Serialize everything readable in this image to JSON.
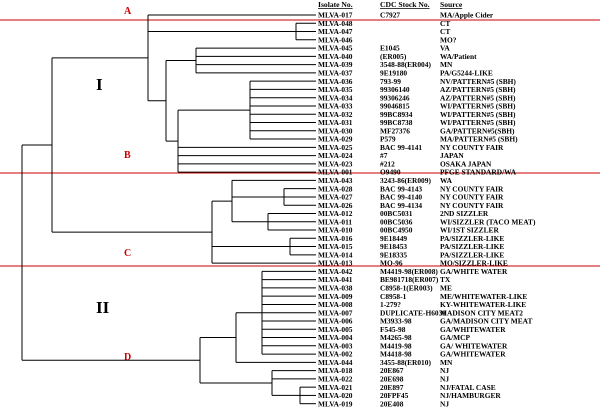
{
  "headers": {
    "isolate": "Isolate No.",
    "cdc": "CDC Stock No.",
    "source": "Source"
  },
  "clusters": [
    "I",
    "II"
  ],
  "groups": [
    "A",
    "B",
    "C",
    "D"
  ],
  "colors": {
    "group_label": "#cc0000",
    "separator": "#cc0000",
    "tree": "#000000"
  },
  "rows": [
    {
      "isolate": "MLVA-017",
      "cdc": "C7927",
      "source": "MA/Apple Cider"
    },
    {
      "isolate": "MLVA-048",
      "cdc": "",
      "source": "CT"
    },
    {
      "isolate": "MLVA-047",
      "cdc": "",
      "source": "CT"
    },
    {
      "isolate": "MLVA-046",
      "cdc": "",
      "source": "MO?"
    },
    {
      "isolate": "MLVA-045",
      "cdc": "E1045",
      "source": "VA"
    },
    {
      "isolate": "MLVA-040",
      "cdc": "(ER005)",
      "source": "WA/Patient"
    },
    {
      "isolate": "MLVA-039",
      "cdc": "3548-88(ER004)",
      "source": "MN"
    },
    {
      "isolate": "MLVA-037",
      "cdc": "9E19180",
      "source": "PA/G5244-LIKE"
    },
    {
      "isolate": "MLVA-036",
      "cdc": "793-99",
      "source": "NV/PATTERN#5 (SBH)"
    },
    {
      "isolate": "MLVA-035",
      "cdc": "99306140",
      "source": "AZ/PATTERN#5 (SBH)"
    },
    {
      "isolate": "MLVA-034",
      "cdc": "99306246",
      "source": "AZ/PATTERN#5 (SBH)"
    },
    {
      "isolate": "MLVA-033",
      "cdc": "99046815",
      "source": "WI/PATTERN#5 (SBH)"
    },
    {
      "isolate": "MLVA-032",
      "cdc": "99BC8934",
      "source": "WI/PATTERN#5 (SBH)"
    },
    {
      "isolate": "MLVA-031",
      "cdc": "99BC8738",
      "source": "WI/PATTERN#5 (SBH)"
    },
    {
      "isolate": "MLVA-030",
      "cdc": "MF27376",
      "source": "GA/PATTERN#5(SBH)"
    },
    {
      "isolate": "MLVA-029",
      "cdc": "P579",
      "source": "MA/PATTERN#5 (SBH)"
    },
    {
      "isolate": "MLVA-025",
      "cdc": "BAC 99-4141",
      "source": "NY COUNTY FAIR"
    },
    {
      "isolate": "MLVA-024",
      "cdc": "#7",
      "source": "JAPAN"
    },
    {
      "isolate": "MLVA-023",
      "cdc": "#212",
      "source": "OSAKA JAPAN"
    },
    {
      "isolate": "MLVA-001",
      "cdc": "O9490",
      "source": "PFGE STANDARD/WA"
    },
    {
      "isolate": "MLVA-043",
      "cdc": "3243-86(ER009)",
      "source": "WA"
    },
    {
      "isolate": "MLVA-028",
      "cdc": "BAC 99-4143",
      "source": "NY COUNTY FAIR"
    },
    {
      "isolate": "MLVA-027",
      "cdc": "BAC 99-4140",
      "source": "NY COUNTY FAIR"
    },
    {
      "isolate": "MLVA-026",
      "cdc": "BAC 99-4134",
      "source": "NY COUNTY FAIR"
    },
    {
      "isolate": "MLVA-012",
      "cdc": "00BC5031",
      "source": "2ND SIZZLER"
    },
    {
      "isolate": "MLVA-011",
      "cdc": "00BC5036",
      "source": "WI/SIZZLER (TACO MEAT)"
    },
    {
      "isolate": "MLVA-010",
      "cdc": "00BC4950",
      "source": "WI/1ST SIZZLER"
    },
    {
      "isolate": "MLVA-016",
      "cdc": "9E18449",
      "source": "PA/SIZZLER-LIKE"
    },
    {
      "isolate": "MLVA-015",
      "cdc": "9E18453",
      "source": "PA/SIZZLER-LIKE"
    },
    {
      "isolate": "MLVA-014",
      "cdc": "9E18335",
      "source": "PA/SIZZLER-LIKE"
    },
    {
      "isolate": "MLVA-013",
      "cdc": "MO-96",
      "source": "MO/SIZZLER-LIKE"
    },
    {
      "isolate": "MLVA-042",
      "cdc": "M4419-98(ER008)",
      "source": "GA/WHITE WATER"
    },
    {
      "isolate": "MLVA-041",
      "cdc": "BE981718(ER007)",
      "source": "TX"
    },
    {
      "isolate": "MLVA-038",
      "cdc": "C8958-1(ER003)",
      "source": "ME"
    },
    {
      "isolate": "MLVA-009",
      "cdc": "C8958-1",
      "source": "ME/WHITEWATER-LIKE"
    },
    {
      "isolate": "MLVA-008",
      "cdc": "1-279?",
      "source": "KY-WHITEWATER-LIKE"
    },
    {
      "isolate": "MLVA-007",
      "cdc": "DUPLICATE-H6039",
      "source": "MADISON CITY MEAT2"
    },
    {
      "isolate": "MLVA-006",
      "cdc": "M3933-98",
      "source": "GA/MADISON CITY MEAT"
    },
    {
      "isolate": "MLVA-005",
      "cdc": "F545-98",
      "source": "GA/WHITEWATER"
    },
    {
      "isolate": "MLVA-004",
      "cdc": "M4265-98",
      "source": "GA/MCP"
    },
    {
      "isolate": "MLVA-003",
      "cdc": "M4419-98",
      "source": "GA/ WHITEWATER"
    },
    {
      "isolate": "MLVA-002",
      "cdc": "M4418-98",
      "source": "GA/WHITEWATER"
    },
    {
      "isolate": "MLVA-044",
      "cdc": "3455-88(ER010)",
      "source": "MN"
    },
    {
      "isolate": "MLVA-018",
      "cdc": "20E867",
      "source": "NJ"
    },
    {
      "isolate": "MLVA-022",
      "cdc": "20E698",
      "source": "NJ"
    },
    {
      "isolate": "MLVA-021",
      "cdc": "20E897",
      "source": "NJ/FATAL CASE"
    },
    {
      "isolate": "MLVA-020",
      "cdc": "20FPF45",
      "source": "NJ/HAMBURGER"
    },
    {
      "isolate": "MLVA-019",
      "cdc": "20E408",
      "source": "NJ"
    }
  ]
}
